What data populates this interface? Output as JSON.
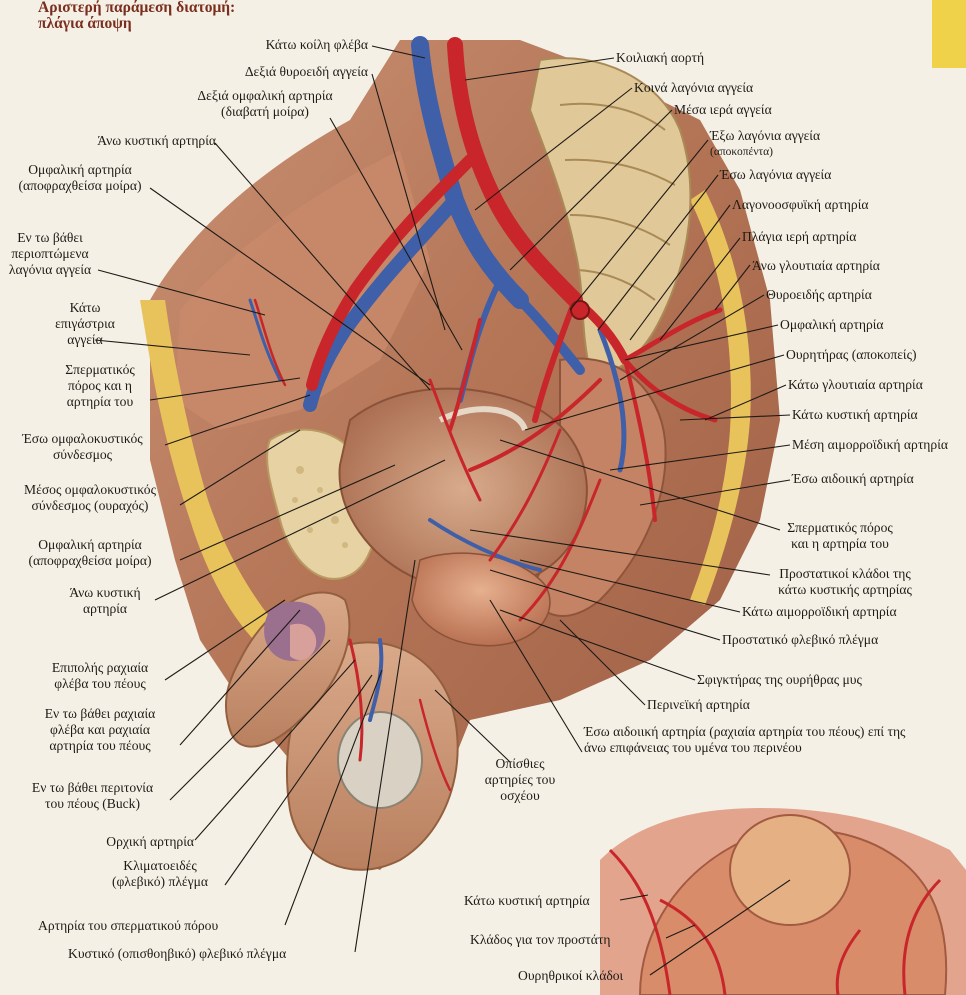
{
  "title_lines": [
    "Αριστερή παράμεση διατομή:",
    "πλάγια άποψη"
  ],
  "colors": {
    "artery": "#c8262a",
    "vein": "#3f5fa8",
    "muscle": "#b8785a",
    "bone": "#e2cf9e",
    "fat": "#eac86a",
    "leader": "#1e1a16",
    "tab": "#f0d24a"
  },
  "labels": {
    "ivc": "Κάτω κοίλη φλέβα",
    "r_testicular_vessels": "Δεξιά θυροειδή αγγεία",
    "r_umbilical_art_1": "Δεξιά ομφαλική αρτηρία",
    "r_umbilical_art_2": "(διαβατή μοίρα)",
    "sup_vesical_1": "Άνω κυστική αρτηρία",
    "umb_obliterated_1a": "Ομφαλική αρτηρία",
    "umb_obliterated_1b": "(αποφραχθείσα μοίρα)",
    "deep_circumflex_1": "Εν τω βάθει",
    "deep_circumflex_2": "περιοπτώμενα",
    "deep_circumflex_3": "λαγόνια αγγεία",
    "inf_epigastric_1": "Κάτω",
    "inf_epigastric_2": "επιγάστρια",
    "inf_epigastric_3": "αγγεία",
    "sperm_cord_1": "Σπερματικός",
    "sperm_cord_2": "πόρος και η",
    "sperm_cord_3": "αρτηρία του",
    "medial_umb_lig_1": "Έσω ομφαλοκυστικός",
    "medial_umb_lig_2": "σύνδεσμος",
    "median_umb_lig_1": "Μέσος ομφαλοκυστικός",
    "median_umb_lig_2": "σύνδεσμος (ουραχός)",
    "umb_obliterated_2a": "Ομφαλική αρτηρία",
    "umb_obliterated_2b": "(αποφραχθείσα μοίρα)",
    "sup_vesical_2a": "Άνω κυστική",
    "sup_vesical_2b": "αρτηρία",
    "sup_dorsal_vein_1": "Επιπολής ραχιαία",
    "sup_dorsal_vein_2": "φλέβα του πέους",
    "deep_dorsal_1": "Εν τω βάθει ραχιαία",
    "deep_dorsal_2": "φλέβα και ραχιαία",
    "deep_dorsal_3": "αρτηρία του πέους",
    "buck_1": "Εν τω βάθει περιτονία",
    "buck_2": "του πέους (Buck)",
    "testicular_art": "Ορχική αρτηρία",
    "pampiniform_1": "Κλιματοειδές",
    "pampiniform_2": "(φλεβικό) πλέγμα",
    "ductus_art": "Αρτηρία του σπερματικού πόρου",
    "vesical_plexus": "Κυστικό (οπισθοηβικό) φλεβικό πλέγμα",
    "abd_aorta": "Κοιλιακή αορτή",
    "common_iliac": "Κοινά λαγόνια αγγεία",
    "median_sacral": "Μέσα ιερά αγγεία",
    "ext_iliac_1": "Έξω λαγόνια αγγεία",
    "ext_iliac_2": "(αποκοπέντα)",
    "int_iliac": "Έσω λαγόνια αγγεία",
    "iliolumbar": "Λαγονοοσφυϊκή αρτηρία",
    "lat_sacral": "Πλάγια ιερή αρτηρία",
    "sup_gluteal": "Άνω γλουτιαία αρτηρία",
    "obturator": "Θυροειδής αρτηρία",
    "umbilical": "Ομφαλική αρτηρία",
    "ureter": "Ουρητήρας (αποκοπείς)",
    "inf_gluteal": "Κάτω γλουτιαία αρτηρία",
    "inf_vesical": "Κάτω κυστική αρτηρία",
    "mid_rectal": "Μέση αιμορροϊδική αρτηρία",
    "int_pudendal": "Έσω αιδοιική αρτηρία",
    "ductus_r_1": "Σπερματικός πόρος",
    "ductus_r_2": "και η αρτηρία του",
    "prostatic_br_1": "Προστατικοί κλάδοι της",
    "prostatic_br_2": "κάτω κυστικής αρτηρίας",
    "inf_rectal": "Κάτω αιμορροϊδική αρτηρία",
    "prostatic_plexus": "Προστατικό φλεβικό πλέγμα",
    "sphincter": "Σφιγκτήρας της ουρήθρας μυς",
    "perineal": "Περινεϊκή αρτηρία",
    "int_pudendal_deep_1": "Έσω αιδοιική αρτηρία (ραχιαία αρτηρία του πέους) επί της",
    "int_pudendal_deep_2": "άνω επιφάνειας του υμένα του περινέου",
    "post_scrotal_1": "Οπίσθιες",
    "post_scrotal_2": "αρτηρίες του",
    "post_scrotal_3": "οσχέου",
    "inset_inf_vesical": "Κάτω κυστική αρτηρία",
    "inset_prostate_br": "Κλάδος για τον προστάτη",
    "inset_urethral_br": "Ουρηθρικοί κλάδοι"
  }
}
